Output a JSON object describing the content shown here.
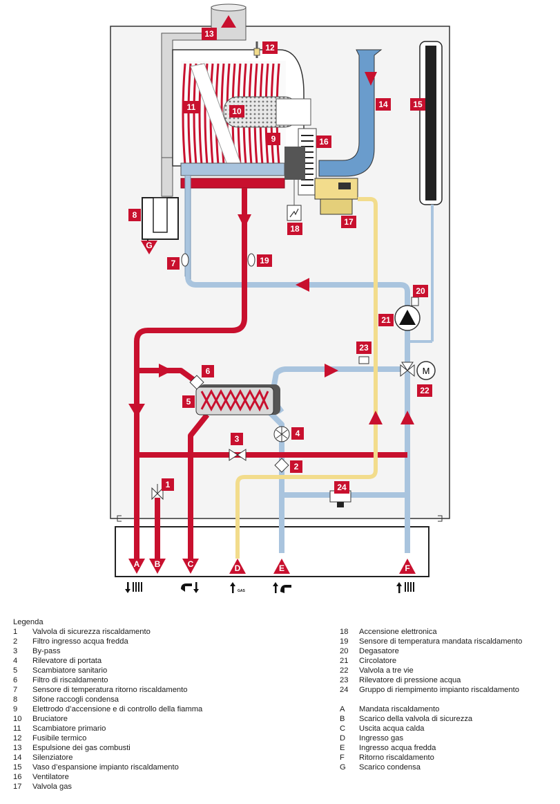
{
  "legend": {
    "title": "Legenda",
    "numbered_left": [
      {
        "code": "1",
        "text": "Valvola di sicurezza riscaldamento"
      },
      {
        "code": "2",
        "text": "Filtro ingresso acqua fredda"
      },
      {
        "code": "3",
        "text": "By-pass"
      },
      {
        "code": "4",
        "text": "Rilevatore di portata"
      },
      {
        "code": "5",
        "text": "Scambiatore sanitario"
      },
      {
        "code": "6",
        "text": "Filtro di riscaldamento"
      },
      {
        "code": "7",
        "text": "Sensore di temperatura ritorno riscaldamento"
      },
      {
        "code": "8",
        "text": "Sifone raccogli condensa"
      },
      {
        "code": "9",
        "text": "Elettrodo d’accensione e di controllo della fiamma"
      },
      {
        "code": "10",
        "text": "Bruciatore"
      },
      {
        "code": "11",
        "text": "Scambiatore primario"
      },
      {
        "code": "12",
        "text": "Fusibile termico"
      },
      {
        "code": "13",
        "text": "Espulsione dei gas combusti"
      },
      {
        "code": "14",
        "text": "Silenziatore"
      },
      {
        "code": "15",
        "text": "Vaso d’espansione impianto riscaldamento"
      },
      {
        "code": "16",
        "text": "Ventilatore"
      },
      {
        "code": "17",
        "text": "Valvola gas"
      }
    ],
    "numbered_right": [
      {
        "code": "18",
        "text": "Accensione elettronica"
      },
      {
        "code": "19",
        "text": "Sensore di temperatura mandata riscaldamento"
      },
      {
        "code": "20",
        "text": "Degasatore"
      },
      {
        "code": "21",
        "text": "Circolatore"
      },
      {
        "code": "22",
        "text": "Valvola a tre vie"
      },
      {
        "code": "23",
        "text": "Rilevatore di pressione acqua"
      },
      {
        "code": "24",
        "text": "Gruppo di riempimento impianto riscaldamento"
      }
    ],
    "lettered": [
      {
        "code": "A",
        "text": "Mandata riscaldamento"
      },
      {
        "code": "B",
        "text": "Scarico della valvola di sicurezza"
      },
      {
        "code": "C",
        "text": "Uscita acqua calda"
      },
      {
        "code": "D",
        "text": "Ingresso gas"
      },
      {
        "code": "E",
        "text": "Ingresso acqua fredda"
      },
      {
        "code": "F",
        "text": "Ritorno riscaldamento"
      },
      {
        "code": "G",
        "text": "Scarico condensa"
      }
    ]
  },
  "tags": {
    "t1": "1",
    "t2": "2",
    "t3": "3",
    "t4": "4",
    "t5": "5",
    "t6": "6",
    "t7": "7",
    "t8": "8",
    "t9": "9",
    "t10": "10",
    "t11": "11",
    "t12": "12",
    "t13": "13",
    "t14": "14",
    "t15": "15",
    "t16": "16",
    "t17": "17",
    "t18": "18",
    "t19": "19",
    "t20": "20",
    "t21": "21",
    "t22": "22",
    "t23": "23",
    "t24": "24",
    "tA": "A",
    "tB": "B",
    "tC": "C",
    "tD": "D",
    "tE": "E",
    "tF": "F",
    "tG": "G",
    "gas_small": "GAS",
    "motor": "M"
  },
  "colors": {
    "hot": "#c8102e",
    "cold": "#a9c4de",
    "gas": "#f2dc8c",
    "casing": "#f4f4f4",
    "flue": "#d8d8d8",
    "silencer": "#6a9ccc",
    "tag": "#c8102e"
  }
}
